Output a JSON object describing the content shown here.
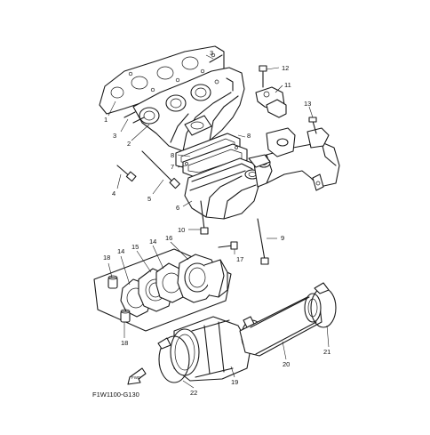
{
  "diagram": {
    "code": "F1W1100-G130",
    "fwd_label": "FWD",
    "callouts": [
      "1",
      "2",
      "3",
      "3",
      "4",
      "5",
      "6",
      "7",
      "8",
      "8",
      "9",
      "10",
      "11",
      "12",
      "13",
      "14",
      "14",
      "15",
      "16",
      "17",
      "18",
      "18",
      "19",
      "20",
      "21",
      "22"
    ]
  }
}
